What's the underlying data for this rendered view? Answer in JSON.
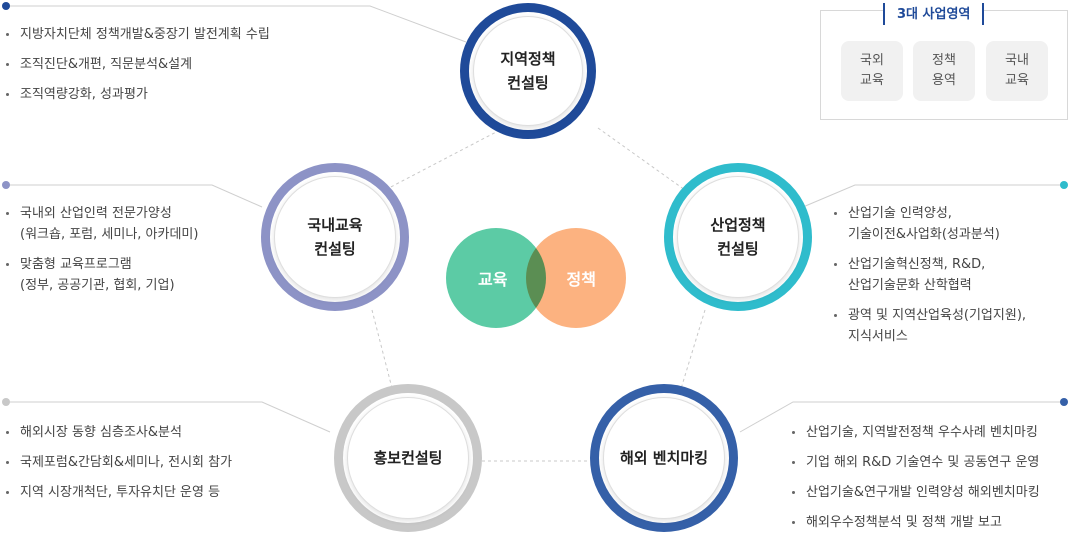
{
  "nodes": {
    "regional_policy": {
      "label": "지역정책\n컨설팅",
      "color": "#1f4a99"
    },
    "domestic_edu": {
      "label": "국내교육\n컨설팅",
      "color": "#8d93c6"
    },
    "industry_policy": {
      "label": "산업정책\n컨설팅",
      "color": "#2fbccc"
    },
    "pr": {
      "label": "홍보컨설팅",
      "color": "#c8c8c8"
    },
    "benchmarking": {
      "label": "해외 벤치마킹",
      "color": "#3560a8"
    }
  },
  "venn": {
    "left": {
      "label": "교육",
      "color": "#5ccba5"
    },
    "right": {
      "label": "정책",
      "color": "#fcaa72"
    }
  },
  "lists": {
    "regional_policy": [
      "지방자치단체 정책개발&중장기 발전계획 수립",
      "조직진단&개편, 직문분석&설계",
      "조직역량강화, 성과평가"
    ],
    "domestic_edu": [
      "국내외 산업인력 전문가양성\n(워크숍, 포럼, 세미나, 아카데미)",
      "맞춤형 교육프로그램\n(정부, 공공기관, 협회, 기업)"
    ],
    "industry_policy": [
      "산업기술 인력양성,\n기술이전&사업화(성과분석)",
      "산업기술혁신정책, R&D,\n산업기술문화 산학협력",
      "광역 및 지역산업육성(기업지원),\n지식서비스"
    ],
    "pr": [
      "해외시장 동향 심층조사&분석",
      "국제포럼&간담회&세미나, 전시회 참가",
      "지역 시장개척단, 투자유치단 운영 등"
    ],
    "benchmarking": [
      "산업기술, 지역발전정책 우수사례 벤치마킹",
      "기업 해외 R&D 기술연수 및 공동연구 운영",
      "산업기술&연구개발 인력양성 해외벤치마킹",
      "해외우수정책분석 및 정책 개발 보고"
    ]
  },
  "legend": {
    "title": "3대 사업영역",
    "items": [
      "국외\n교육",
      "정책\n용역",
      "국내\n교육"
    ]
  }
}
